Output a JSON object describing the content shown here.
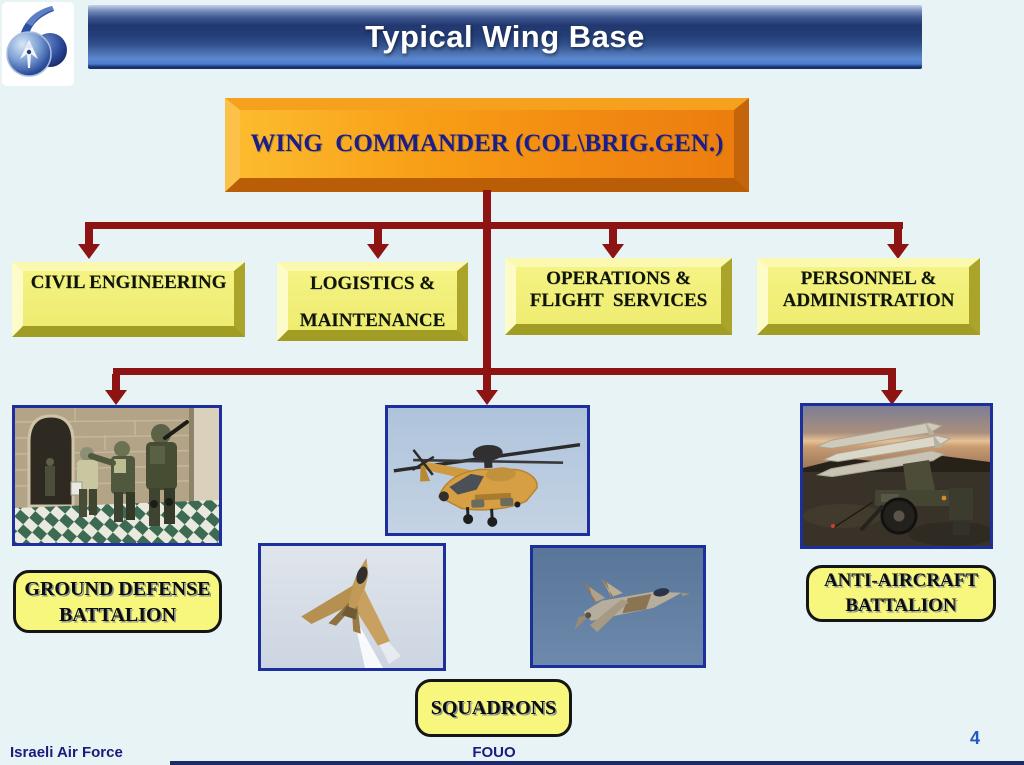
{
  "header": {
    "title": "Typical Wing Base"
  },
  "icons": {
    "logo": "israeli-air-force-roundel"
  },
  "org_chart": {
    "commander": {
      "label": "WING  COMMANDER (COL\\BRIG.GEN.)"
    },
    "departments": [
      {
        "line1": "CIVIL ENGINEERING",
        "line2": ""
      },
      {
        "line1": "LOGISTICS &",
        "line2": "MAINTENANCE"
      },
      {
        "line1": "OPERATIONS &",
        "line2": "FLIGHT  SERVICES"
      },
      {
        "line1": "PERSONNEL &",
        "line2": "ADMINISTRATION"
      }
    ],
    "units": [
      {
        "line1": "GROUND DEFENSE",
        "line2": "BATTALION",
        "photo": "soldiers-patrol-photo"
      },
      {
        "line1": "SQUADRONS",
        "photos": [
          "apache-helicopter-photo",
          "f15-climbing-photo",
          "f15-flight-photo"
        ]
      },
      {
        "line1": "ANTI-AIRCRAFT",
        "line2": "BATTALION",
        "photo": "hawk-missile-launcher-photo"
      }
    ]
  },
  "footer": {
    "left": "Israeli Air Force",
    "classification": "FOUO",
    "page_number": "4"
  },
  "colors": {
    "background": "#e8f3f5",
    "header_blue": "#21386f",
    "connector_maroon": "#8e1313",
    "commander_orange": "#f89d15",
    "department_yellow": "#f2f07a",
    "label_yellow": "#f7f77e",
    "photo_border_blue": "#1c2f9c",
    "title_text": "#ffffff",
    "commander_text": "#1c1c8a",
    "footer_navy": "#1b1b7e",
    "page_number_blue": "#2257c4"
  }
}
